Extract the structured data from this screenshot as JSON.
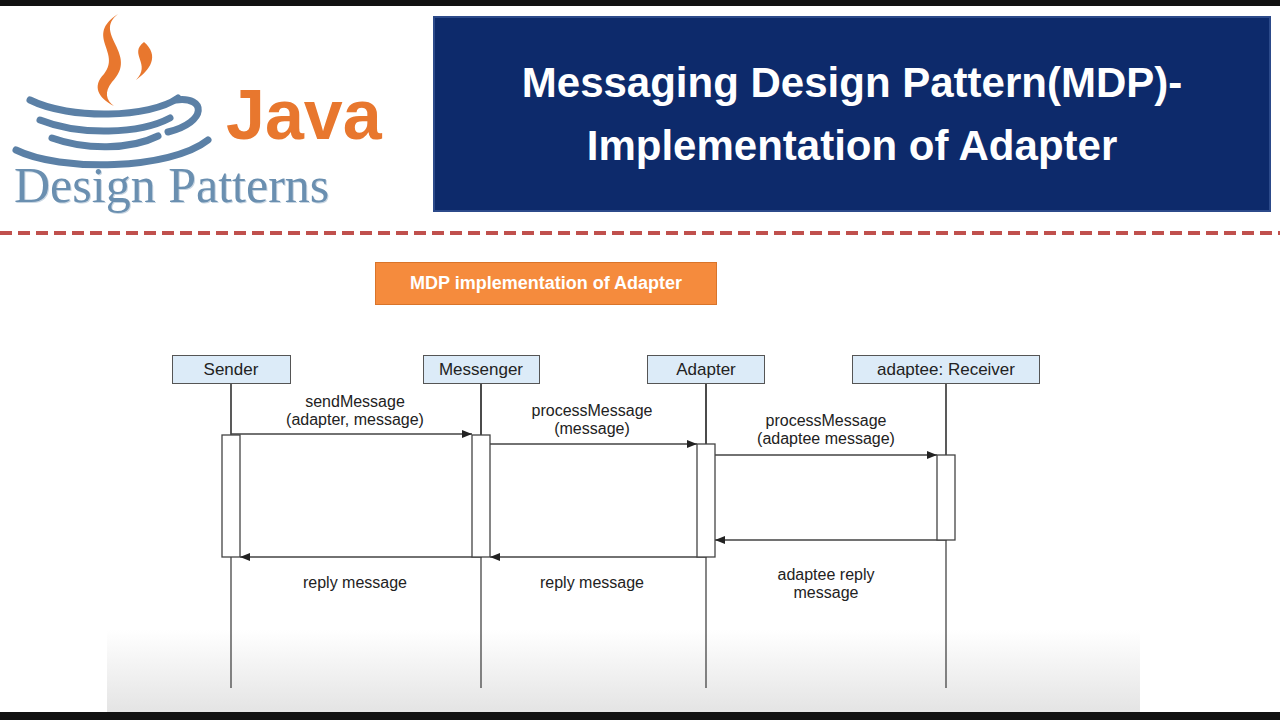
{
  "diagram": {
    "title": "Messaging Design Pattern(MDP)- Implementation of Adapter",
    "nodes": [
      {
        "text": [
          "MDP implementation of Adapter"
        ]
      },
      {
        "text": [
          "Sender"
        ]
      },
      {
        "text": [
          "Messenger"
        ]
      },
      {
        "text": [
          "Adapter"
        ]
      },
      {
        "text": [
          "adaptee: Receiver"
        ]
      }
    ],
    "edges": [
      {
        "from": 1,
        "to": 2,
        "label": "sendMessage (adapter, message)",
        "arrow": "to"
      },
      {
        "from": 2,
        "to": 3,
        "label": "processMessage (message)",
        "arrow": "to"
      },
      {
        "from": 3,
        "to": 4,
        "label": "processMessage (adaptee message)",
        "arrow": "to"
      },
      {
        "from": 4,
        "to": 3,
        "label": "adaptee reply message",
        "arrow": "to"
      },
      {
        "from": 3,
        "to": 2,
        "label": "reply message",
        "arrow": "to"
      },
      {
        "from": 2,
        "to": 1,
        "label": "reply message",
        "arrow": "to"
      }
    ],
    "labels": [
      "Java",
      "Design Patterns"
    ]
  }
}
